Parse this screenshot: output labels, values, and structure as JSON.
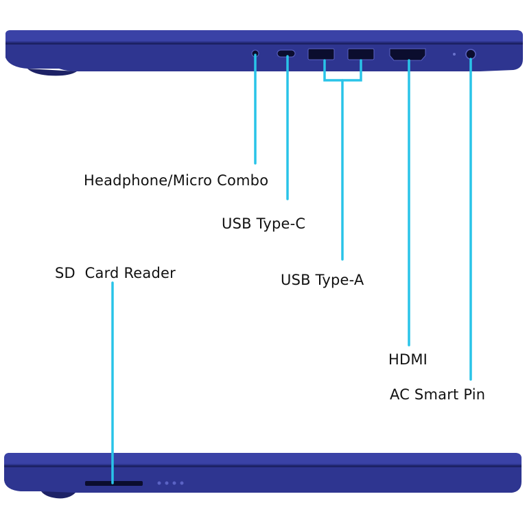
{
  "colors": {
    "laptop_body": "#2e3590",
    "laptop_dark": "#1d2266",
    "laptop_edge": "#4a53b8",
    "callout_line": "#29c4e8",
    "port_dark": "#0b0d2e"
  },
  "ports": {
    "headphone": "Headphone/Micro Combo",
    "usb_c": "USB Type-C",
    "usb_a": "USB Type-A",
    "hdmi": "HDMI",
    "ac_pin": "AC Smart Pin",
    "sd_reader": "SD  Card Reader"
  },
  "icons": {
    "headphone": "headphone-jack-icon",
    "usb_c": "usb-c-port-icon",
    "usb_a": "usb-a-port-icon",
    "hdmi": "hdmi-port-icon",
    "ac_pin": "power-jack-icon",
    "sd_reader": "sd-slot-icon"
  }
}
